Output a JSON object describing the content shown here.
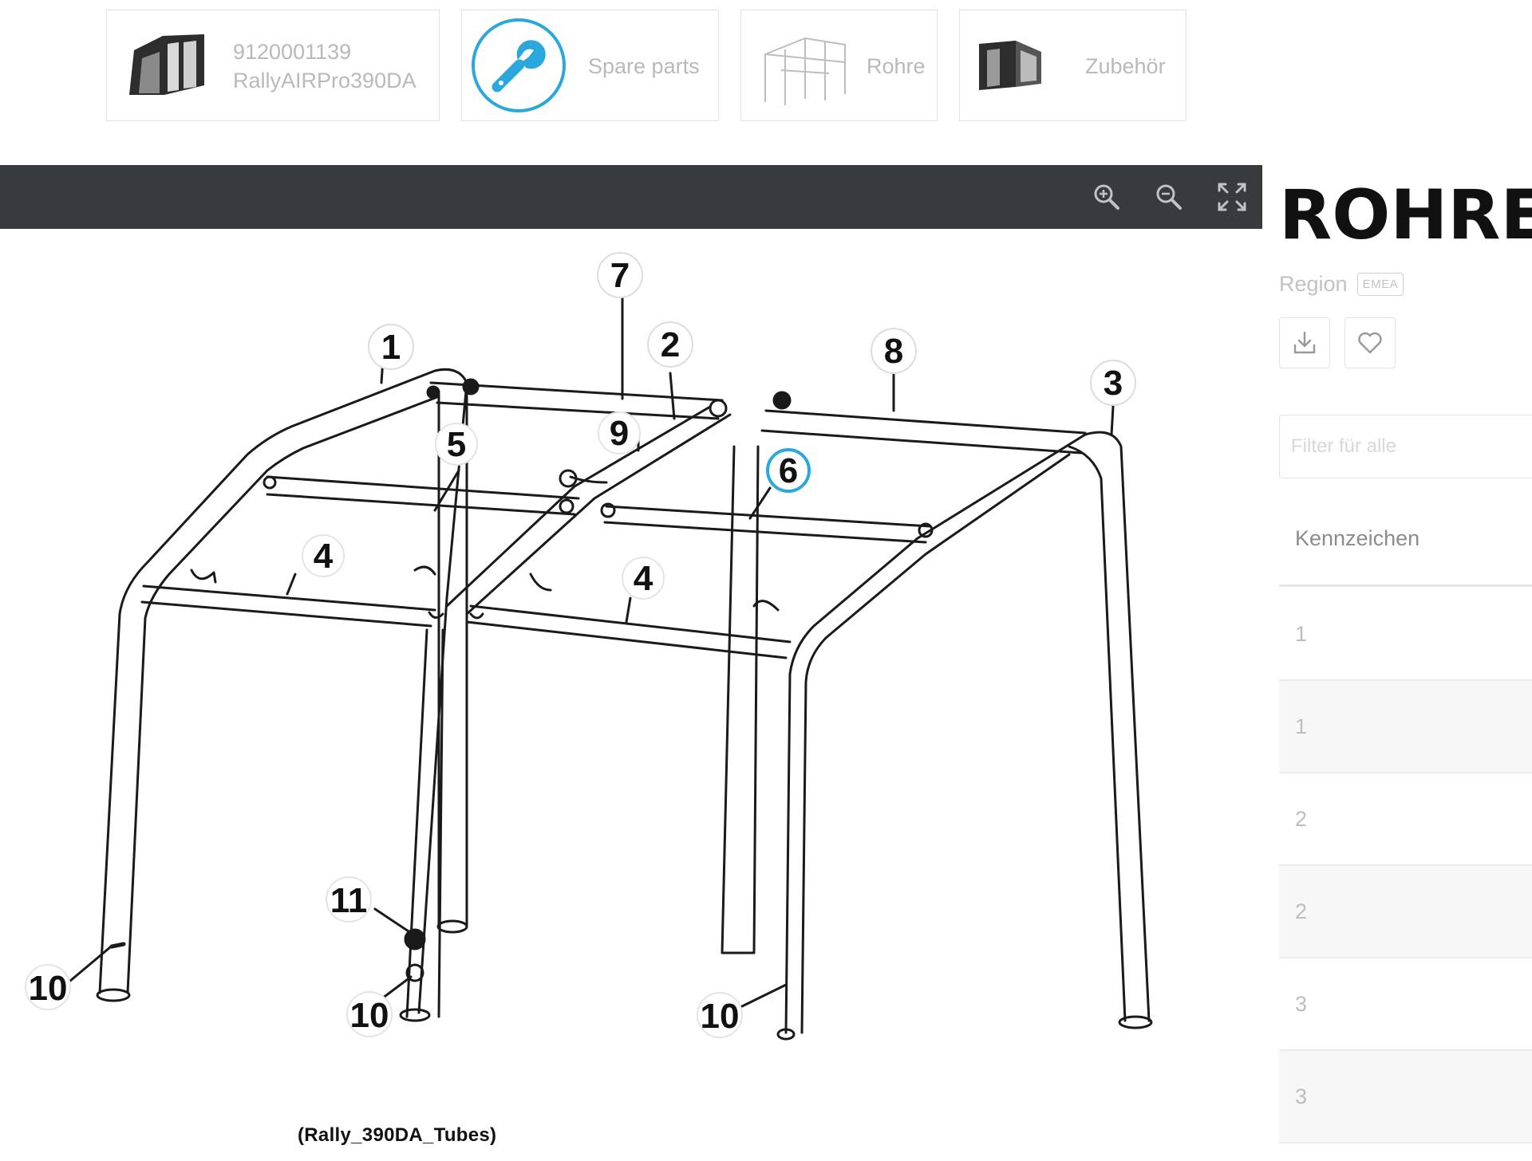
{
  "breadcrumb": {
    "product_id": "9120001139",
    "product_name": "RallyAIRPro390DA",
    "spare_parts_label": "Spare parts",
    "tubes_label": "Rohre",
    "accessories_label": "Zubehör"
  },
  "toolbar": {
    "zoom_in_icon": "zoom-in-icon",
    "zoom_out_icon": "zoom-out-icon",
    "fullscreen_icon": "fullscreen-icon"
  },
  "diagram": {
    "caption": "(Rally_390DA_Tubes)",
    "highlight_color": "#2aa8de",
    "callouts": [
      "1",
      "2",
      "3",
      "4",
      "4",
      "5",
      "6",
      "7",
      "8",
      "9",
      "10",
      "10",
      "10",
      "11"
    ]
  },
  "panel": {
    "title": "ROHRE",
    "region_label": "Region",
    "region_value": "EMEA",
    "download_icon": "download-icon",
    "favorite_icon": "heart-icon",
    "filter_placeholder": "Filter für alle",
    "column_header": "Kennzeichen",
    "rows": [
      "1",
      "1",
      "2",
      "2",
      "3",
      "3"
    ]
  }
}
